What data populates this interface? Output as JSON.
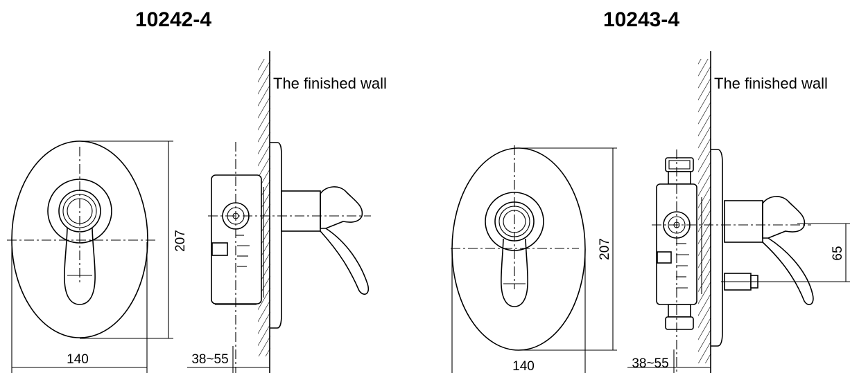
{
  "models": [
    {
      "title": "10242-4",
      "wall_label": "The finished wall",
      "dim_height": "207",
      "dim_width": "140",
      "dim_depth": "38~55"
    },
    {
      "title": "10243-4",
      "wall_label": "The finished wall",
      "dim_height": "207",
      "dim_width": "140",
      "dim_depth": "38~55",
      "dim_outlet": "65"
    }
  ]
}
